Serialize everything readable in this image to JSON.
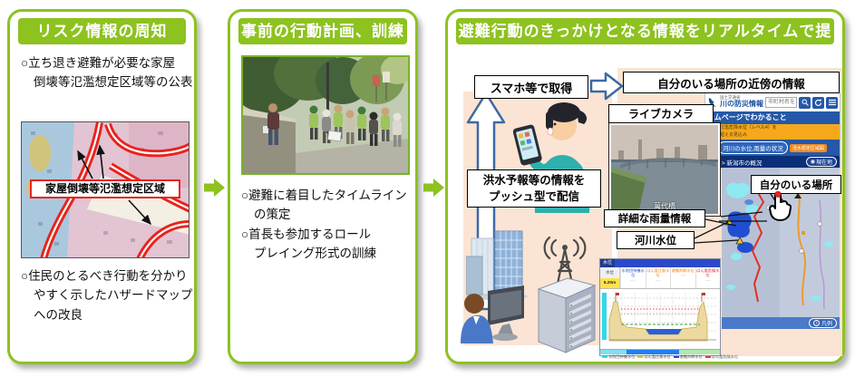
{
  "colors": {
    "accent_green": "#8dc21f",
    "peach_bg": "#fbe4d3",
    "arrow_blue": "#3c69a6",
    "site_blue": "#2458a8",
    "site_navy": "#0b2f78",
    "alert_orange": "#f6a81c",
    "hazard_red": "#e8231c"
  },
  "panel_risk": {
    "title": "リスク情報の周知",
    "bullet1_line1": "○立ち退き避難が必要な家屋",
    "bullet1_line2": "倒壊等氾濫想定区域等の公表",
    "map_label": "家屋倒壊等氾濫想定区域",
    "bullet2_line1": "○住民のとるべき行動を分かり",
    "bullet2_line2": "やすく示したハザードマップ",
    "bullet2_line3": "への改良"
  },
  "panel_plan": {
    "title": "事前の行動計画、訓練",
    "bullet1_line1": "○避難に着目したタイムライン",
    "bullet1_line2": "の策定",
    "bullet2_line1": "○首長も参加するロール",
    "bullet2_line2": "プレイング形式の訓練"
  },
  "panel_realtime": {
    "title": "避難行動のきっかけとなる情報をリアルタイムで提供",
    "smartphone_box": "スマホ等で取得",
    "push_box_line1": "洪水予報等の情報を",
    "push_box_line2": "プッシュ型で配信",
    "nearby_box": "自分のいる場所の近傍の情報",
    "live_camera_label": "ライブカメラ",
    "bridge_caption": "萬代橋",
    "location_label": "自分のいる場所",
    "rain_label": "詳細な雨量情報",
    "river_level_label": "河川水位",
    "site": {
      "agency": "国土交通省",
      "brand": "川の防災情報",
      "search_placeholder": "市町村名を検索",
      "banner": "このホームページでわかること",
      "alert_line1": "氾濫危険水位（レベル4）を",
      "alert_line2": "超える見込み",
      "water_button": "河川の水位,雨量の状況",
      "zone_button": "浸水想定区域図",
      "breadcrumb": "観測 > 新潟市の概況",
      "here_button": "現在地",
      "legend_button": "凡例",
      "info_icon_glyph": "i",
      "pin_icon_glyph": "◉"
    },
    "water_chart": {
      "station_label": "水位",
      "current_value": "5.20m",
      "dash_value": "-.--",
      "levels": [
        "水防団待機水位",
        "はん濫注意水位",
        "避難判断水位",
        "はん濫危険水位"
      ]
    }
  }
}
